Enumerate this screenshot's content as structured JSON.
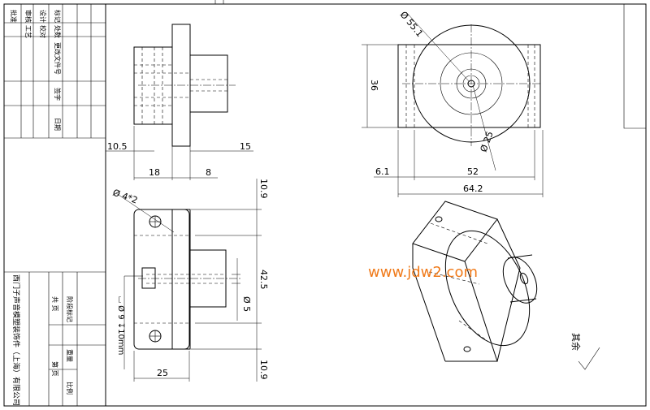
{
  "title_block": {
    "row_labels": [
      "标记",
      "设计",
      "审核",
      "校对",
      "工艺",
      "批准"
    ],
    "change_labels": [
      "处数",
      "更改文件号",
      "签字",
      "日期"
    ],
    "stage_label": "阶段标记",
    "weight_label": "重量",
    "scale_label": "比例",
    "sheet_total": "共  页",
    "sheet_num": "第  页",
    "company": "西门子声音模塑装饰件（上海）有限公司"
  },
  "dimensions": {
    "d_55": "Ø 55.1",
    "d_25": "Ø 25",
    "h_36": "36",
    "w_52": "52",
    "w_64": "64.2",
    "w_6": "6.1",
    "l_10_5": "10.5",
    "l_15": "15",
    "l_18": "18",
    "l_8": "8",
    "l_25": "25",
    "v_10_9_top": "10.9",
    "v_42_5": "42.5",
    "v_10_9_bot": "10.9",
    "hole_4": "Ø 4*2",
    "bore_5": "Ø 5",
    "counterbore": "⌴ Ø 9 ↧10mm"
  },
  "notes": {
    "surface": "其余"
  },
  "watermark": "www.jdw2.com"
}
